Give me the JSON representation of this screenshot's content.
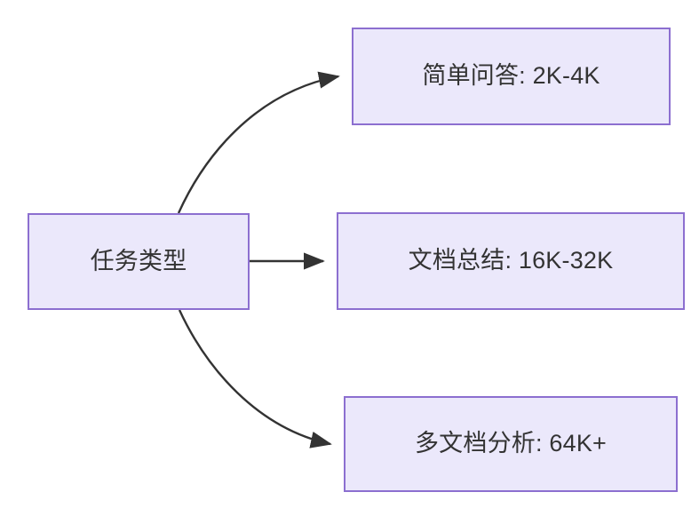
{
  "diagram": {
    "type": "flowchart",
    "direction": "left-to-right",
    "background_color": "#ffffff",
    "node_fill_color": "#ebe8fb",
    "node_border_color": "#8c6fd0",
    "node_text_color": "#333333",
    "edge_color": "#333333",
    "root": {
      "id": "root",
      "label": "任务类型"
    },
    "children": [
      {
        "id": "simple-qa",
        "label": "简单问答: 2K-4K",
        "task": "简单问答",
        "context_length": "2K-4K"
      },
      {
        "id": "doc-summary",
        "label": "文档总结: 16K-32K",
        "task": "文档总结",
        "context_length": "16K-32K"
      },
      {
        "id": "multi-doc",
        "label": "多文档分析: 64K+",
        "task": "多文档分析",
        "context_length": "64K+"
      }
    ],
    "edges": [
      {
        "id": "edge-root-to-simple-qa",
        "from": "root",
        "to": "simple-qa",
        "style": "curved",
        "arrow": "filled-triangle"
      },
      {
        "id": "edge-root-to-doc-summary",
        "from": "root",
        "to": "doc-summary",
        "style": "straight",
        "arrow": "filled-triangle"
      },
      {
        "id": "edge-root-to-multi-doc",
        "from": "root",
        "to": "multi-doc",
        "style": "curved",
        "arrow": "filled-triangle"
      }
    ]
  }
}
